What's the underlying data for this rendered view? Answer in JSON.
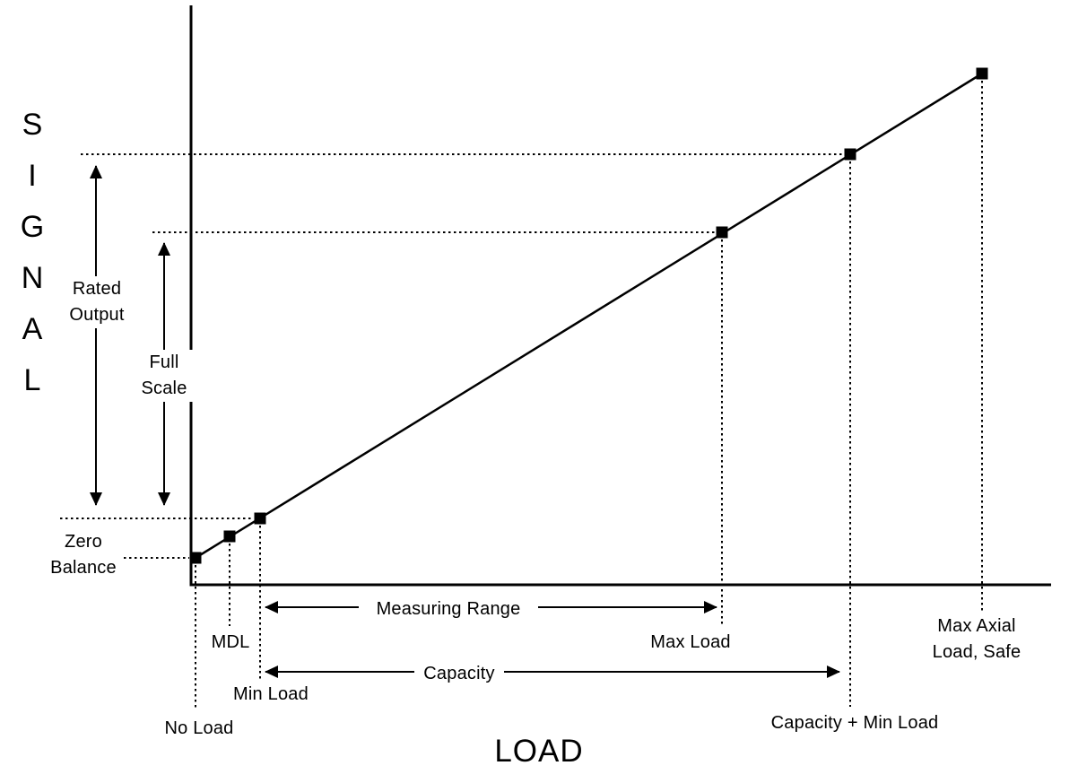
{
  "diagram": {
    "y_axis_label": "SIGNAL",
    "x_axis_label": "LOAD",
    "annotations": {
      "rated_output": "Rated Output",
      "full_scale": "Full Scale",
      "zero_balance": "Zero Balance",
      "no_load": "No Load",
      "mdl": "MDL",
      "min_load": "Min Load",
      "max_load": "Max Load",
      "measuring_range": "Measuring Range",
      "capacity": "Capacity",
      "capacity_plus_min_load": "Capacity + Min Load",
      "max_axial_load_safe": "Max Axial Load, Safe"
    },
    "colors": {
      "ink": "#000000",
      "background": "#ffffff"
    }
  },
  "chart_data": {
    "type": "line",
    "title": "",
    "xlabel": "LOAD",
    "ylabel": "SIGNAL",
    "units": "conceptual (no numeric scale shown)",
    "points": [
      {
        "label": "No Load",
        "x": 0.01,
        "y": 0.05
      },
      {
        "label": "MDL",
        "x": 0.05,
        "y": 0.09
      },
      {
        "label": "Min Load",
        "x": 0.08,
        "y": 0.12
      },
      {
        "label": "Max Load",
        "x": 0.62,
        "y": 0.61
      },
      {
        "label": "Capacity + Min Load",
        "x": 0.77,
        "y": 0.75
      },
      {
        "label": "Max Axial Load, Safe",
        "x": 0.92,
        "y": 0.89
      }
    ],
    "signal_annotations": [
      {
        "label": "Zero Balance",
        "level": "signal at No Load"
      },
      {
        "label": "Full Scale",
        "span": "Min Load signal level to Max Load signal level"
      },
      {
        "label": "Rated Output",
        "span": "Min Load signal level to Capacity + Min Load signal level"
      }
    ],
    "load_annotations": [
      {
        "label": "Measuring Range",
        "span": "Min Load to Max Load"
      },
      {
        "label": "Capacity",
        "span": "Min Load to Capacity + Min Load"
      }
    ],
    "grid": false,
    "legend": false
  }
}
